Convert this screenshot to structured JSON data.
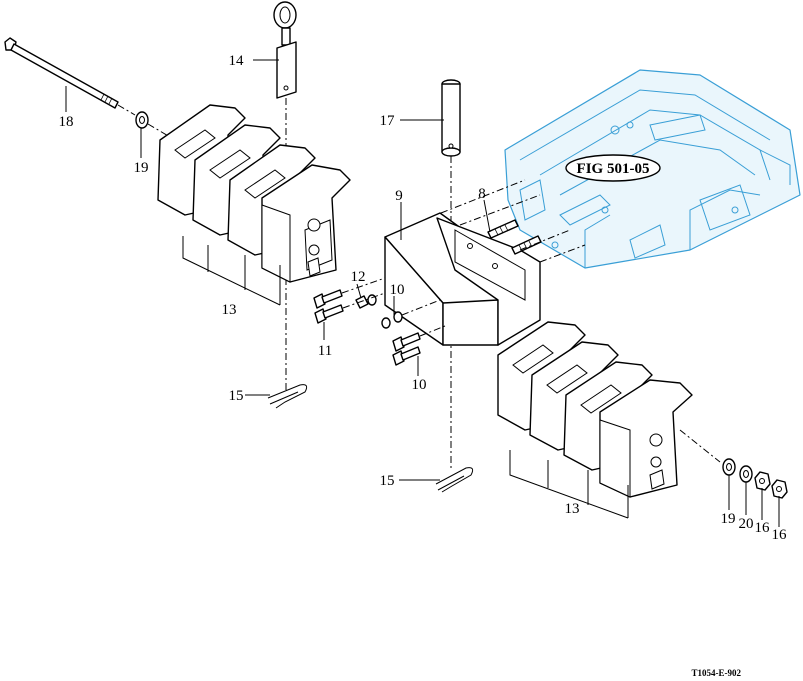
{
  "callouts": {
    "c8": "8",
    "c9": "9",
    "c10a": "10",
    "c10b": "10",
    "c11": "11",
    "c12": "12",
    "c13a": "13",
    "c13b": "13",
    "c14": "14",
    "c15a": "15",
    "c15b": "15",
    "c16a": "16",
    "c16b": "16",
    "c17": "17",
    "c18": "18",
    "c19a": "19",
    "c19b": "19",
    "c20": "20"
  },
  "figure_reference": "FIG 501-05",
  "drawing_code": "T1054-E-902",
  "colors": {
    "frame": "#3a9fd6",
    "line": "#000000",
    "background": "#ffffff"
  }
}
